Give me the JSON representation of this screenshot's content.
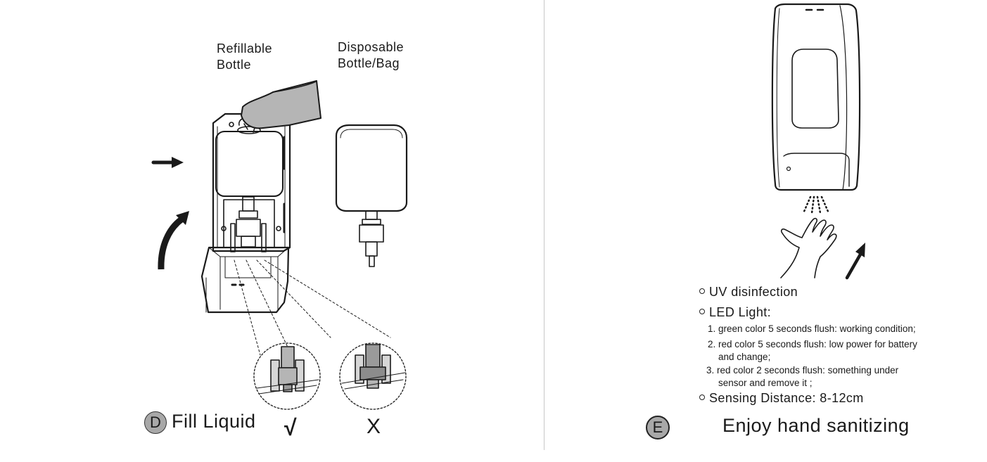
{
  "left_panel": {
    "refillable_label": [
      "Refillable",
      "Bottle"
    ],
    "disposable_label": [
      "Disposable",
      "Bottle/Bag"
    ],
    "step_letter": "D",
    "step_title": "Fill  Liquid",
    "correct_mark": "√",
    "wrong_mark": "X"
  },
  "right_panel": {
    "bullets": [
      {
        "text": "UV  disinfection"
      },
      {
        "text": "LED  Light:"
      }
    ],
    "led_notes": [
      "1. green  color 5 seconds flush: working condition;",
      "2. red  color 5 seconds flush: low power for battery",
      "and change;",
      "3. red color 2 seconds flush: something under",
      "sensor and remove it ;"
    ],
    "sensing": "Sensing Distance: 8-12cm",
    "step_letter": "E",
    "step_title": "Enjoy hand sanitizing"
  },
  "colors": {
    "line": "#1a1a1a",
    "fill_gray": "#b5b5b5",
    "badge_gray": "#a8a8a8",
    "divider": "#c8c8c8"
  }
}
